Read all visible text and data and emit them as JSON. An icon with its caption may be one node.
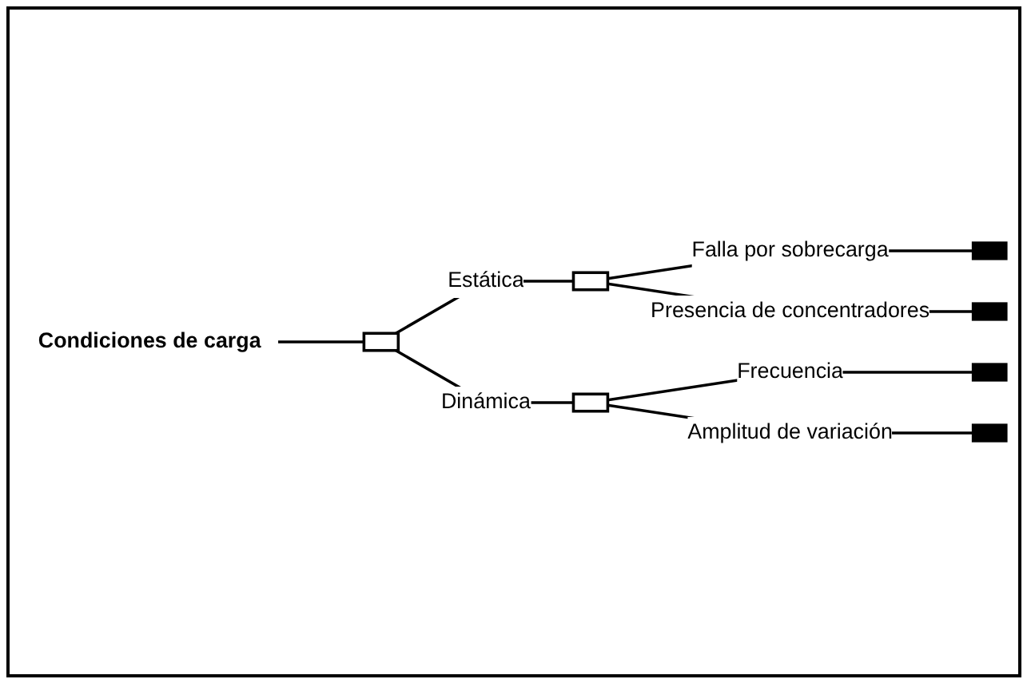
{
  "diagram": {
    "nodes": [
      {
        "text": [
          "Condiciones de carga"
        ]
      },
      {
        "text": [],
        "shape": "box"
      },
      {
        "text": [],
        "shape": "box"
      },
      {
        "text": [],
        "shape": "box"
      },
      {
        "text": [],
        "shape": "bar"
      },
      {
        "text": [],
        "shape": "bar"
      },
      {
        "text": [],
        "shape": "bar"
      },
      {
        "text": [],
        "shape": "bar"
      }
    ],
    "edges": [
      {
        "from": 0,
        "to": 1,
        "arrow": "none"
      },
      {
        "from": 1,
        "to": 2,
        "arrow": "none",
        "label": "Estática"
      },
      {
        "from": 1,
        "to": 3,
        "arrow": "none",
        "label": "Dinámica"
      },
      {
        "from": 2,
        "to": 4,
        "arrow": "none",
        "label": "Falla por sobrecarga"
      },
      {
        "from": 2,
        "to": 5,
        "arrow": "none",
        "label": "Presencia de concentradores"
      },
      {
        "from": 3,
        "to": 6,
        "arrow": "none",
        "label": "Frecuencia"
      },
      {
        "from": 3,
        "to": 7,
        "arrow": "none",
        "label": "Amplitud de variación"
      }
    ]
  }
}
